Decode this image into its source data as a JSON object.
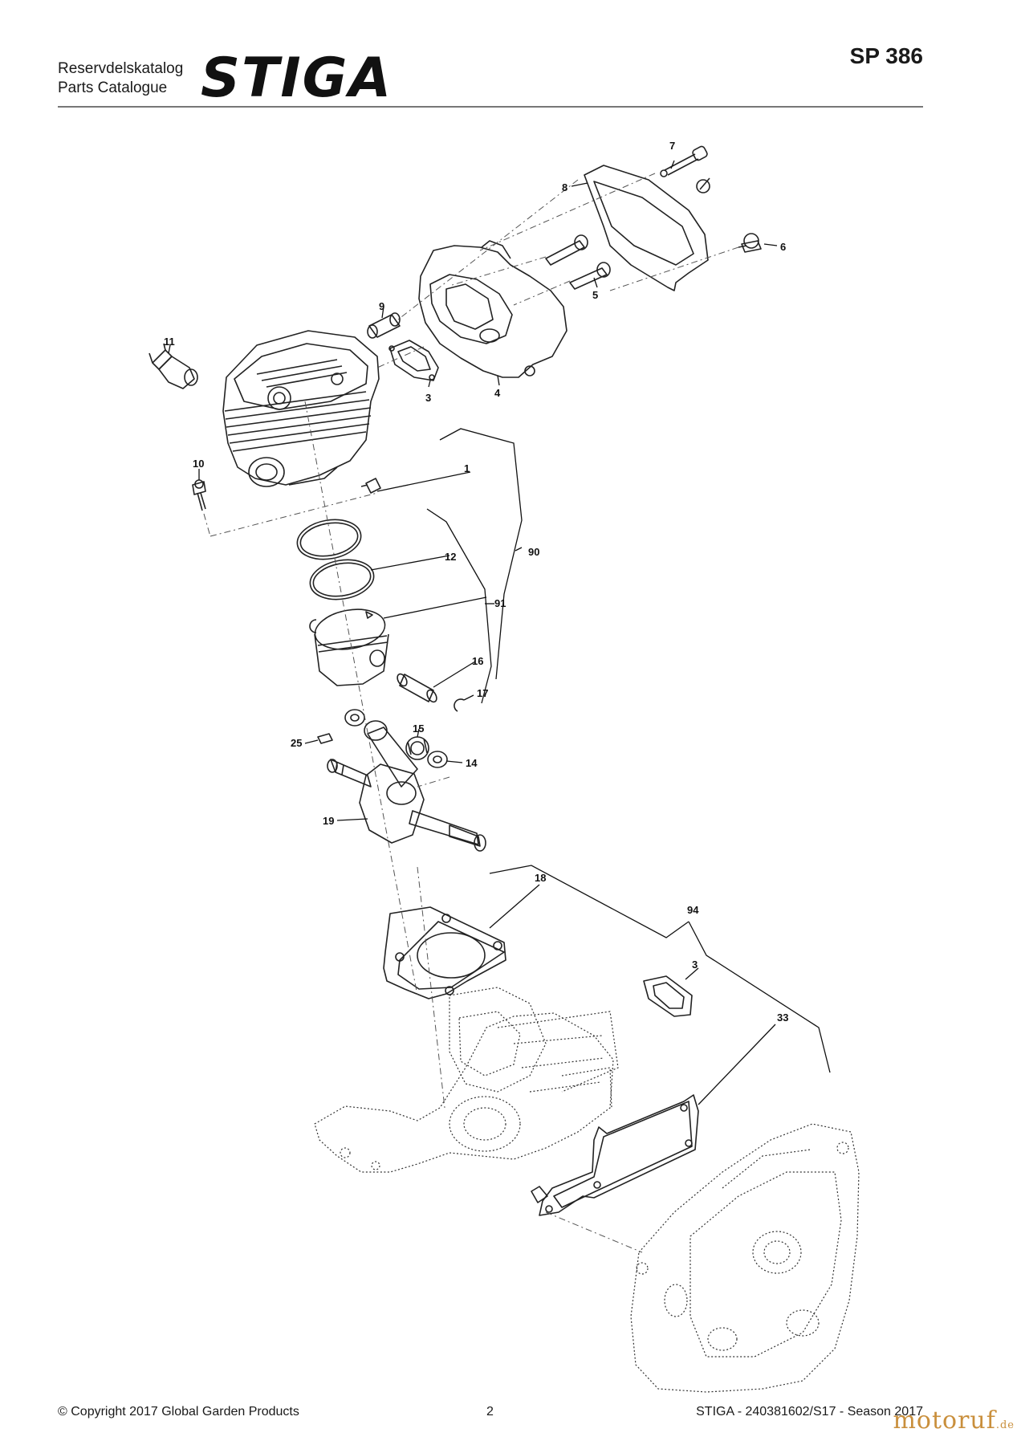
{
  "header": {
    "line1": "Reservdelskatalog",
    "line2": "Parts Catalogue",
    "brand": "STIGA",
    "model": "SP 386"
  },
  "diagram": {
    "labels": {
      "p1": "1",
      "p3a": "3",
      "p3b": "3",
      "p4": "4",
      "p5": "5",
      "p6": "6",
      "p7": "7",
      "p8": "8",
      "p9": "9",
      "p10": "10",
      "p11": "11",
      "p12": "12",
      "p14": "14",
      "p15": "15",
      "p16": "16",
      "p17": "17",
      "p18": "18",
      "p19": "19",
      "p25": "25",
      "p33": "33",
      "p90": "90",
      "p91": "91",
      "p94": "94"
    }
  },
  "footer": {
    "copyright": "© Copyright 2017 Global Garden Products",
    "page": "2",
    "doc": "STIGA - 240381602/S17 - Season 2017"
  },
  "watermark": {
    "main": "motoruf",
    "suffix": ".de"
  },
  "colors": {
    "line": "#222222",
    "dashed": "#555555",
    "watermark": "#c98f3c"
  }
}
